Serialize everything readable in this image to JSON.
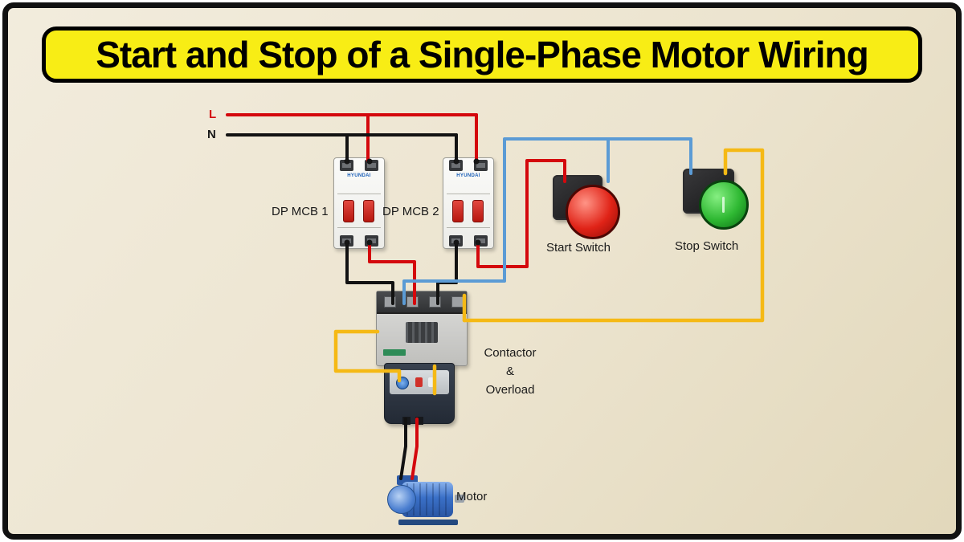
{
  "title": "Start and Stop of a Single-Phase Motor Wiring",
  "labels": {
    "line": "L",
    "neutral": "N",
    "mcb1": "DP MCB 1",
    "mcb2": "DP MCB 2",
    "start_switch": "Start Switch",
    "stop_switch": "Stop Switch",
    "contactor": "Contactor\n&\nOverload",
    "motor": "Motor"
  },
  "components": {
    "mcb_brand": "HYUNDAI"
  },
  "colors": {
    "canvas_bg": "#ece4cf",
    "frame_border": "#111111",
    "banner_bg": "#f8ed15",
    "banner_text": "#000000",
    "wire_live": "#d4080d",
    "wire_neutral": "#121212",
    "wire_blue": "#5b9bd5",
    "wire_yellow": "#f5b915",
    "label_text": "#1a1a1a",
    "l_label": "#d4080d",
    "start_button": "#e02317",
    "stop_button": "#2eb832",
    "motor_body": "#3a70c8"
  }
}
